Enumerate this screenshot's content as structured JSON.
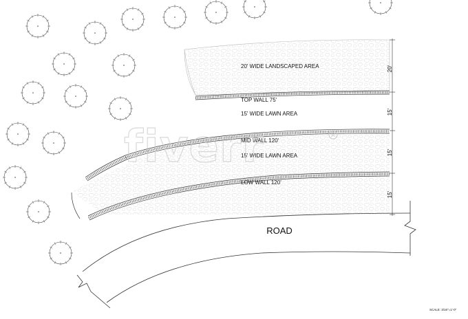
{
  "areas": {
    "top": "20' WIDE LANDSCAPED AREA",
    "lawn_upper": "15' WIDE LAWN AREA",
    "lawn_lower": "15' WIDE LAWN AREA"
  },
  "walls": {
    "top": "TOP WALL 75'",
    "mid": "MID WALL 120'",
    "low": "LOW WALL 120'"
  },
  "dimensions": [
    "20'",
    "15'",
    "15'",
    "15'"
  ],
  "road": "ROAD",
  "scale": "SCALE: 3/16\"=1'-0\"",
  "watermark": "fiverr",
  "icons": {
    "tree": "tree-icon",
    "registered": "registered-mark-icon"
  }
}
